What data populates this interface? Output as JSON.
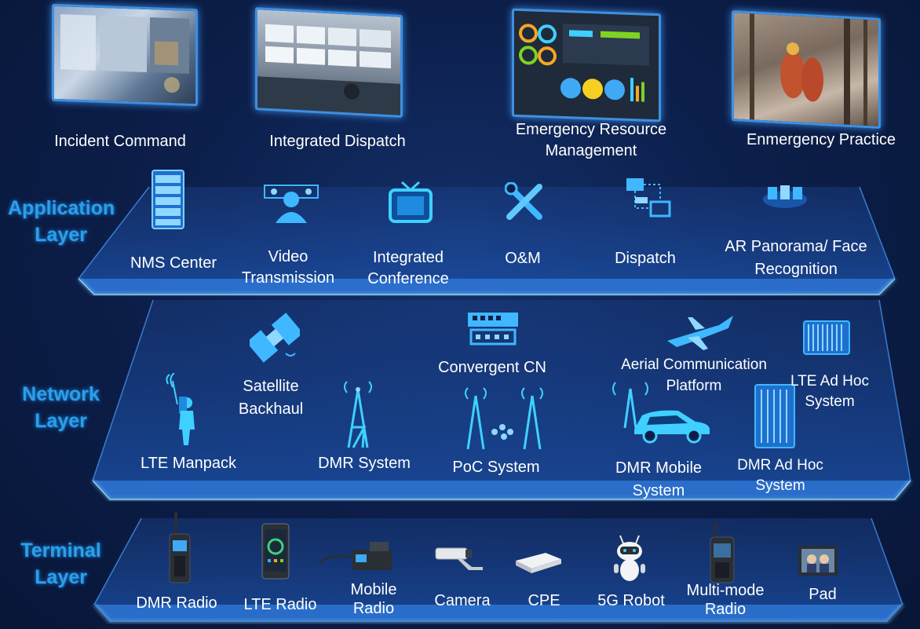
{
  "colors": {
    "accent": "#2aa0e8",
    "panel_edge": "#3fa3ff",
    "background": "#0b1a3d"
  },
  "top_applications": [
    {
      "label": "Incident Command",
      "icon": "command-center-screens-image"
    },
    {
      "label": "Integrated Dispatch",
      "icon": "dispatch-room-image"
    },
    {
      "label": "Emergency Resource Management",
      "icon": "dashboard-screen-image"
    },
    {
      "label": "Enmergency Practice",
      "icon": "firefighter-forest-image"
    }
  ],
  "layers": {
    "application": {
      "title": "Application Layer",
      "items": [
        {
          "label": "NMS Center",
          "icon": "server-rack-icon"
        },
        {
          "label": "Video Transmission",
          "icon": "video-people-icon"
        },
        {
          "label": "Integrated Conference",
          "icon": "tv-icon"
        },
        {
          "label": "O&M",
          "icon": "wrench-screwdriver-icon"
        },
        {
          "label": "Dispatch",
          "icon": "dispatch-network-icon"
        },
        {
          "label": "AR Panorama/ Face Recognition",
          "icon": "panorama-icon"
        }
      ]
    },
    "network": {
      "title": "Network Layer",
      "items": [
        {
          "label": "LTE Manpack",
          "icon": "manpack-person-icon"
        },
        {
          "label": "Satellite Backhaul",
          "icon": "satellite-icon"
        },
        {
          "label": "DMR System",
          "icon": "tower-icon"
        },
        {
          "label": "Convergent CN",
          "icon": "switch-icon"
        },
        {
          "label": "PoC System",
          "icon": "tower-pair-icon"
        },
        {
          "label": "Aerial Communication Platform",
          "icon": "drone-plane-icon"
        },
        {
          "label": "DMR Mobile System",
          "icon": "vehicle-tower-icon"
        },
        {
          "label": "LTE Ad Hoc System",
          "icon": "ad-hoc-box-icon"
        },
        {
          "label": "DMR Ad Hoc System",
          "icon": "ad-hoc-cabinet-icon"
        }
      ]
    },
    "terminal": {
      "title": "Terminal Layer",
      "items": [
        {
          "label": "DMR Radio",
          "icon": "handheld-radio-icon"
        },
        {
          "label": "LTE Radio",
          "icon": "smartphone-icon"
        },
        {
          "label": "Mobile Radio",
          "icon": "mobile-radio-icon"
        },
        {
          "label": "Camera",
          "icon": "camera-icon"
        },
        {
          "label": "CPE",
          "icon": "cpe-icon"
        },
        {
          "label": "5G Robot",
          "icon": "robot-icon"
        },
        {
          "label": "Multi-mode Radio",
          "icon": "multimode-radio-icon"
        },
        {
          "label": "Pad",
          "icon": "tablet-icon"
        }
      ]
    }
  }
}
